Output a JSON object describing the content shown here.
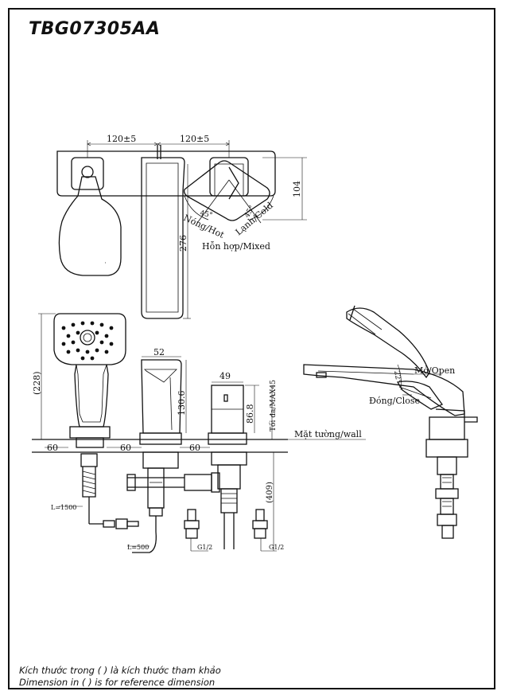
{
  "model_code": "TBG07305AA",
  "labels": {
    "hot": "Nóng/Hot",
    "cold": "Lạnh/Cold",
    "mixed": "Hỗn hợp/Mixed",
    "open": "Mở/Open",
    "close": "Đóng/Close",
    "wall": "Mặt tường/wall",
    "max_depth": "Tối đa/MAX45"
  },
  "dimensions": {
    "spacing_left": "120±5",
    "spacing_right": "120±5",
    "handle_height": "104",
    "angle_hot": "45°",
    "angle_cold": "45°",
    "spout_length": "276",
    "handshower_height": "(228)",
    "spout_width": "52",
    "spout_height": "130.6",
    "valve_width": "49",
    "valve_height": "86.8",
    "hose_1": "L=1500",
    "hose_2": "L=500",
    "gap_1": "60",
    "gap_2": "60",
    "gap_3": "60",
    "below_deck": "(409)",
    "thread_1": "G1/2",
    "thread_2": "G1/2",
    "open_angle": "22°"
  },
  "footnotes": {
    "vi": "Kích thước trong ( ) là kích thước tham khảo",
    "en": "Dimension in ( ) is for reference dimension"
  }
}
